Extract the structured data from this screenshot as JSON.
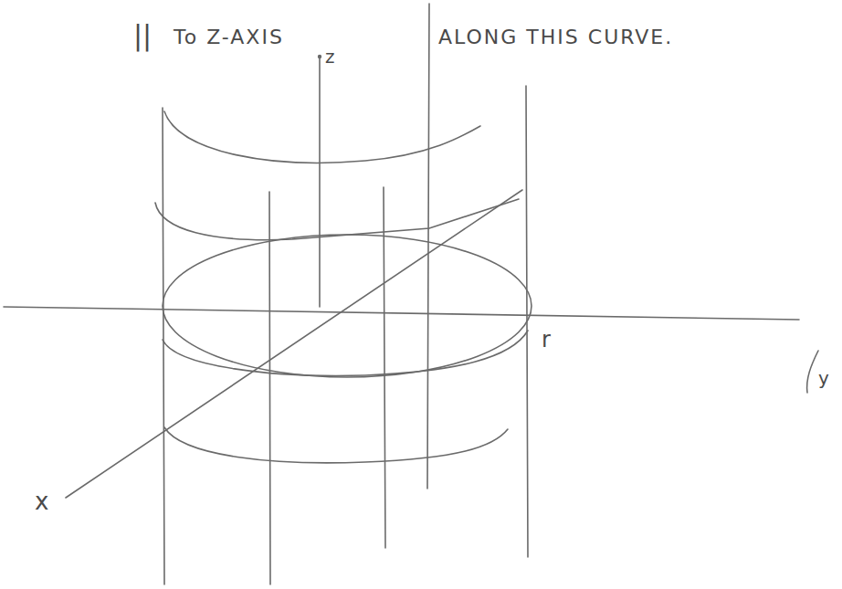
{
  "diagram": {
    "labels": [
      "||",
      "To Z-AXIS",
      "ALONG THIS CURVE.",
      "z",
      "r",
      "y",
      "x"
    ]
  }
}
